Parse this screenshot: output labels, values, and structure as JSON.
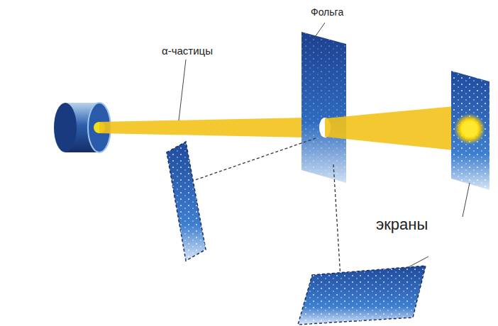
{
  "diagram": {
    "labels": [
      "Фольга",
      "α-частицы",
      "экраны"
    ]
  }
}
